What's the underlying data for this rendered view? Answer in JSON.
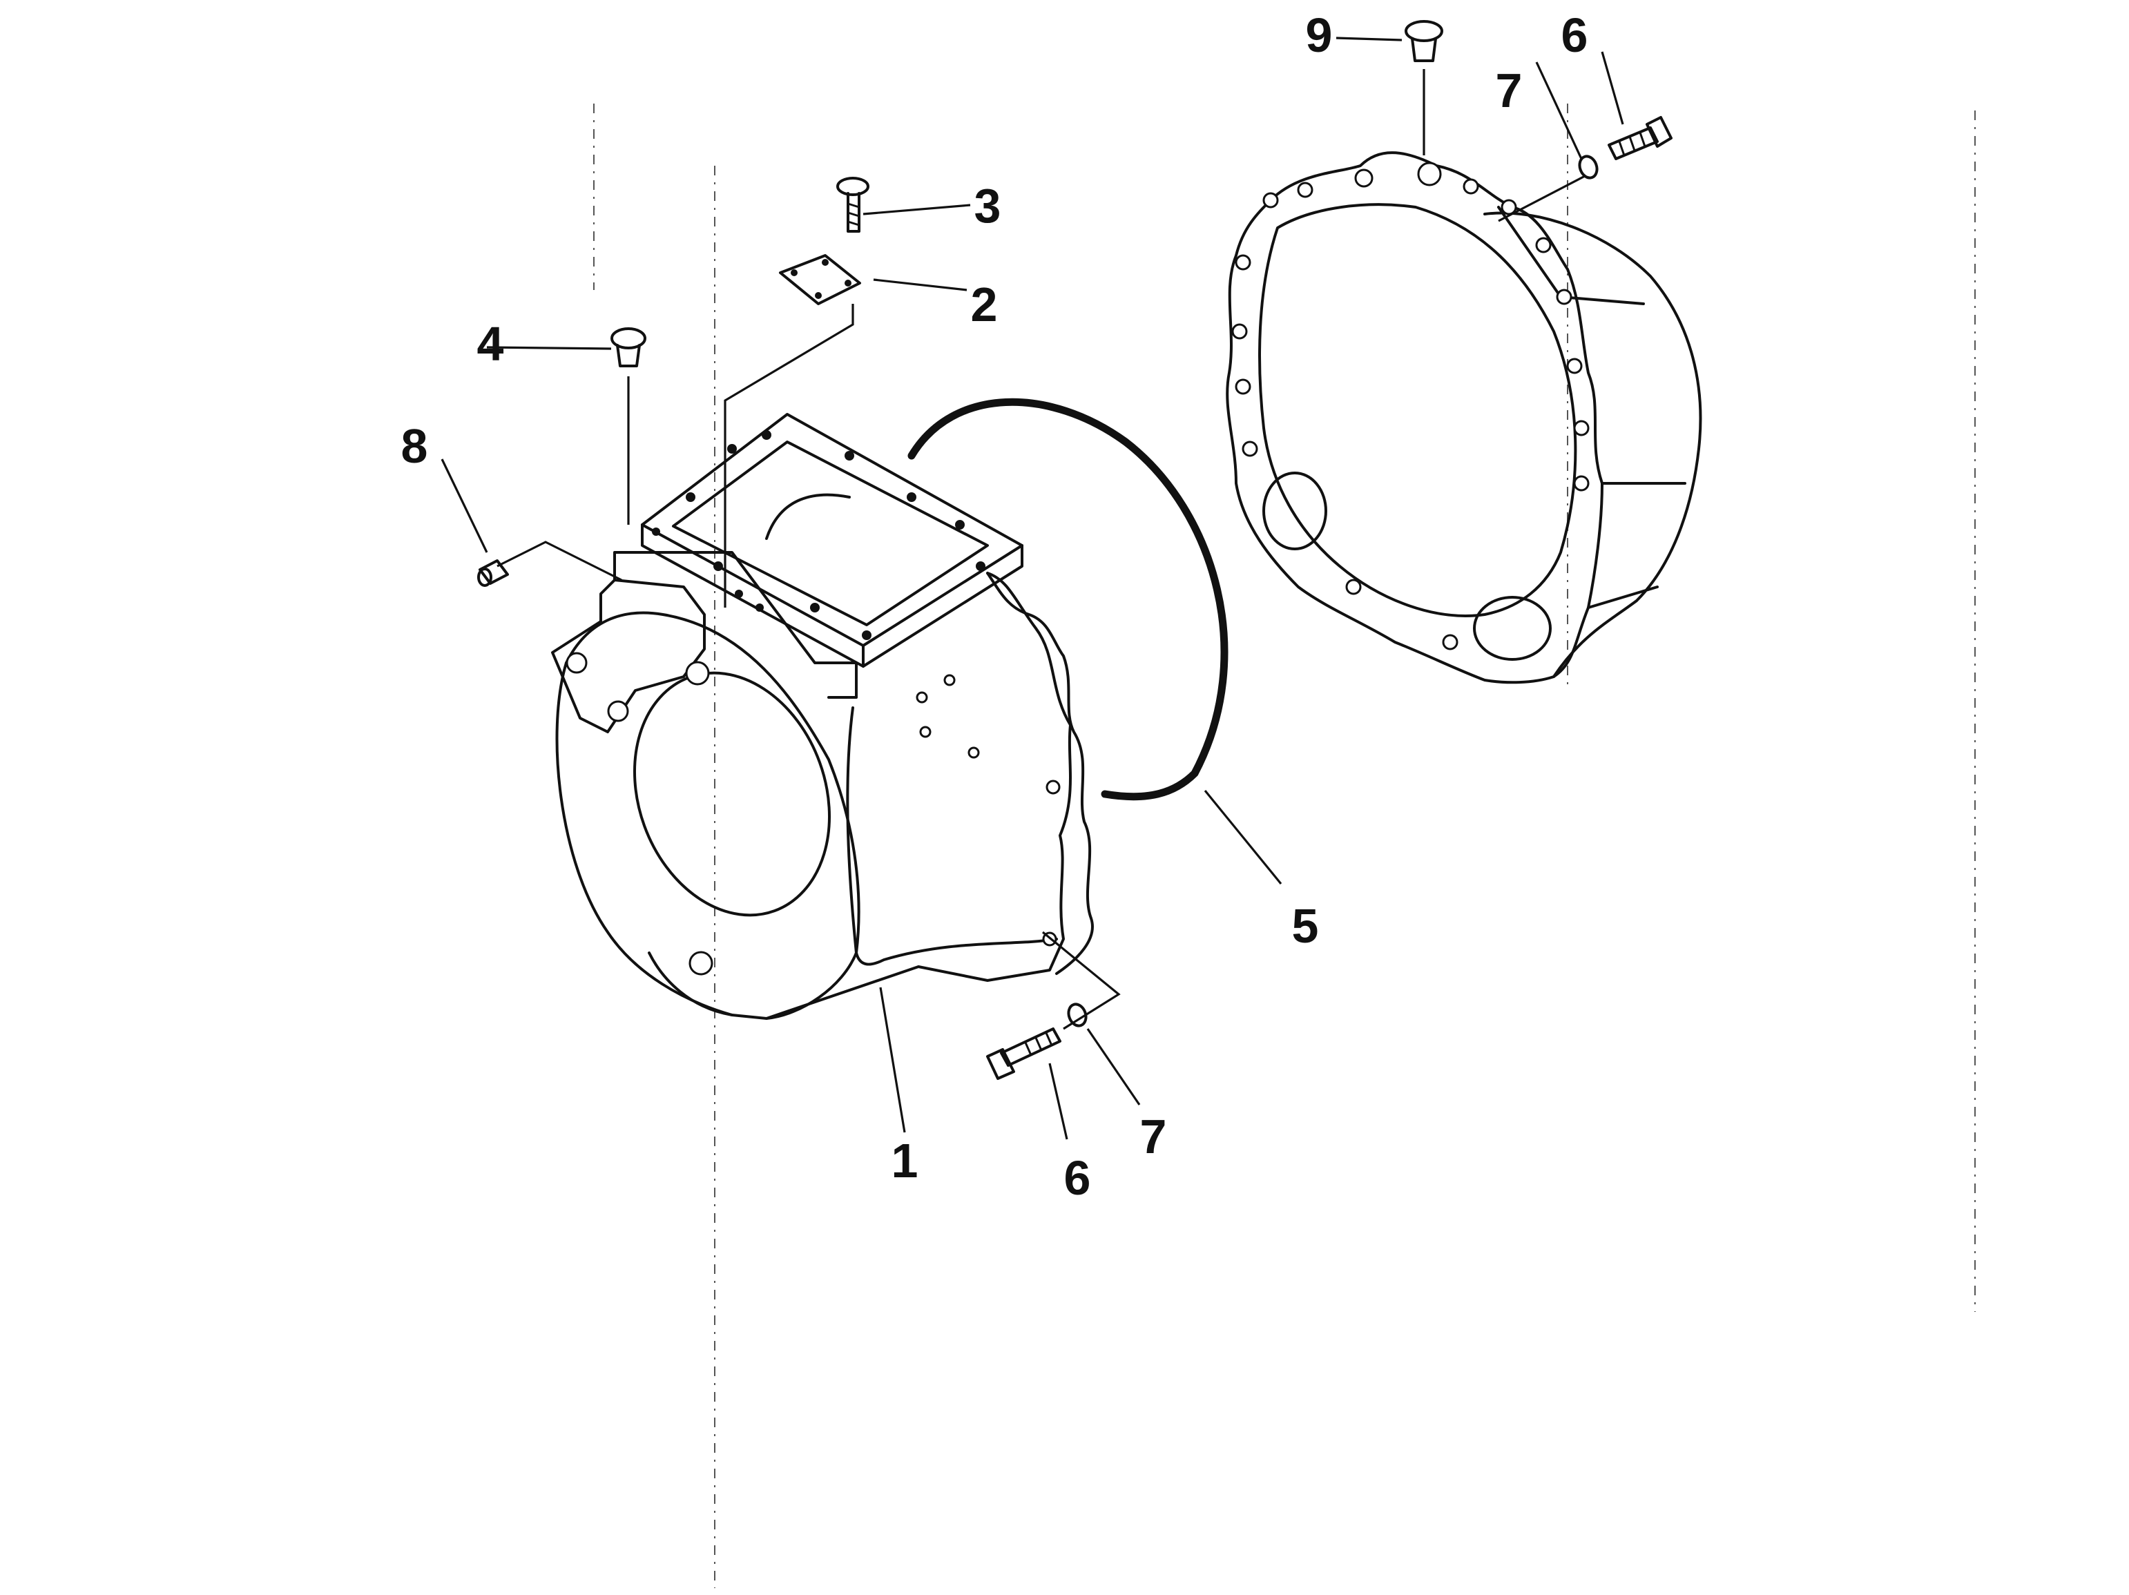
{
  "callouts": [
    {
      "id": "c1",
      "label": "1"
    },
    {
      "id": "c2",
      "label": "2"
    },
    {
      "id": "c3",
      "label": "3"
    },
    {
      "id": "c4",
      "label": "4"
    },
    {
      "id": "c5",
      "label": "5"
    },
    {
      "id": "c6a",
      "label": "6"
    },
    {
      "id": "c6b",
      "label": "6"
    },
    {
      "id": "c7a",
      "label": "7"
    },
    {
      "id": "c7b",
      "label": "7"
    },
    {
      "id": "c8",
      "label": "8"
    },
    {
      "id": "c9",
      "label": "9"
    }
  ]
}
